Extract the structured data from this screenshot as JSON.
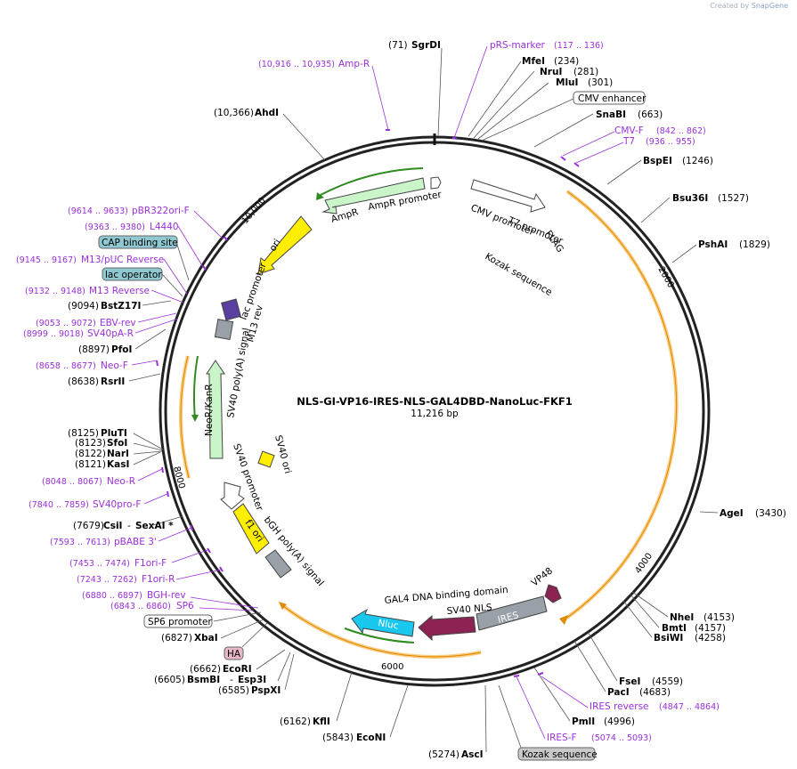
{
  "watermark": {
    "text": "Created by",
    "brand": "SnapGene"
  },
  "plasmid": {
    "name": "NLS-GI-VP16-IRES-NLS-GAL4DBD-NanoLuc-FKF1",
    "length_label": "11,216 bp",
    "length_bp": 11216
  },
  "tick_labels": [
    "2000",
    "4000",
    "6000",
    "8000",
    "10,000"
  ],
  "sites": [
    {
      "name": "SgrDI",
      "pos": "(71)"
    },
    {
      "name": "MfeI",
      "pos": "(234)"
    },
    {
      "name": "NruI",
      "pos": "(281)"
    },
    {
      "name": "MluI",
      "pos": "(301)"
    },
    {
      "name": "SnaBI",
      "pos": "(663)"
    },
    {
      "name": "BspEI",
      "pos": "(1246)"
    },
    {
      "name": "Bsu36I",
      "pos": "(1527)"
    },
    {
      "name": "PshAI",
      "pos": "(1829)"
    },
    {
      "name": "AgeI",
      "pos": "(3430)"
    },
    {
      "name": "NheI",
      "pos": "(4153)"
    },
    {
      "name": "BmtI",
      "pos": "(4157)"
    },
    {
      "name": "BsiWI",
      "pos": "(4258)"
    },
    {
      "name": "FseI",
      "pos": "(4559)"
    },
    {
      "name": "PacI",
      "pos": "(4683)"
    },
    {
      "name": "PmlI",
      "pos": "(4996)"
    },
    {
      "name": "AscI",
      "pos": "(5274)"
    },
    {
      "name": "EcoNI",
      "pos": "(5843)"
    },
    {
      "name": "KflI",
      "pos": "(6162)"
    },
    {
      "name": "PspXI",
      "pos": "(6585)"
    },
    {
      "name": "BsmBI",
      "pos": "(6605)"
    },
    {
      "name": "Esp3I",
      "pos": ""
    },
    {
      "name": "EcoRI",
      "pos": "(6662)"
    },
    {
      "name": "XbaI",
      "pos": "(6827)"
    },
    {
      "name": "CsiI",
      "pos": "(7679)"
    },
    {
      "name": "SexAI *",
      "pos": ""
    },
    {
      "name": "KasI",
      "pos": "(8121)"
    },
    {
      "name": "NarI",
      "pos": "(8122)"
    },
    {
      "name": "SfoI",
      "pos": "(8123)"
    },
    {
      "name": "PluTI",
      "pos": "(8125)"
    },
    {
      "name": "RsrII",
      "pos": "(8638)"
    },
    {
      "name": "PfoI",
      "pos": "(8897)"
    },
    {
      "name": "BstZ17I",
      "pos": "(9094)"
    },
    {
      "name": "AhdI",
      "pos": "(10,366)"
    }
  ],
  "primers": [
    {
      "name": "pRS-marker",
      "range": "(117 .. 136)"
    },
    {
      "name": "CMV-F",
      "range": "(842 .. 862)"
    },
    {
      "name": "T7",
      "range": "(936 .. 955)"
    },
    {
      "name": "IRES reverse",
      "range": "(4847 .. 4864)"
    },
    {
      "name": "IRES-F",
      "range": "(5074 .. 5093)"
    },
    {
      "name": "SP6",
      "range": "(6843 .. 6860)"
    },
    {
      "name": "BGH-rev",
      "range": "(6880 .. 6897)"
    },
    {
      "name": "F1ori-R",
      "range": "(7243 .. 7262)"
    },
    {
      "name": "F1ori-F",
      "range": "(7453 .. 7474)"
    },
    {
      "name": "pBABE 3'",
      "range": "(7593 .. 7613)"
    },
    {
      "name": "SV40pro-F",
      "range": "(7840 .. 7859)"
    },
    {
      "name": "Neo-R",
      "range": "(8048 .. 8067)"
    },
    {
      "name": "Neo-F",
      "range": "(8658 .. 8677)"
    },
    {
      "name": "SV40pA-R",
      "range": "(8999 .. 9018)"
    },
    {
      "name": "EBV-rev",
      "range": "(9053 .. 9072)"
    },
    {
      "name": "M13 Reverse",
      "range": "(9132 .. 9148)"
    },
    {
      "name": "M13/pUC Reverse",
      "range": "(9145 .. 9167)"
    },
    {
      "name": "L4440",
      "range": "(9363 .. 9380)"
    },
    {
      "name": "pBR322ori-F",
      "range": "(9614 .. 9633)"
    },
    {
      "name": "Amp-R",
      "range": "(10,916 .. 10,935)"
    }
  ],
  "boxed_labels": [
    {
      "text": "CMV enhancer",
      "style": "white"
    },
    {
      "text": "CAP binding site",
      "style": "teal"
    },
    {
      "text": "lac operator",
      "style": "teal"
    },
    {
      "text": "SP6 promoter",
      "style": "white"
    },
    {
      "text": "HA",
      "style": "pink"
    },
    {
      "text": "Kozak sequence",
      "style": "gray"
    }
  ],
  "features": [
    "AmpR",
    "AmpR promoter",
    "CMV promoter",
    "T7 promoter",
    "FLAG",
    "Kozak sequence",
    "VP48",
    "IRES",
    "SV40 NLS",
    "GAL4 DNA binding domain",
    "Nluc",
    "SV40 ori",
    "SV40 promoter",
    "NeoR/KanR",
    "SV40 poly(A) signal",
    "M13 rev",
    "lac promoter",
    "ori",
    "f1 ori",
    "bGH poly(A) signal"
  ],
  "colors": {
    "primer": "#9b30d9",
    "site": "#000000",
    "orange_arc": "#f5a623",
    "green_arc": "#2e8b1e",
    "amp": "#c9f5c9",
    "ori": "#ffee00",
    "vp": "#8b2252",
    "nluc": "#1ac8ef",
    "gray": "#9aa0a8"
  }
}
